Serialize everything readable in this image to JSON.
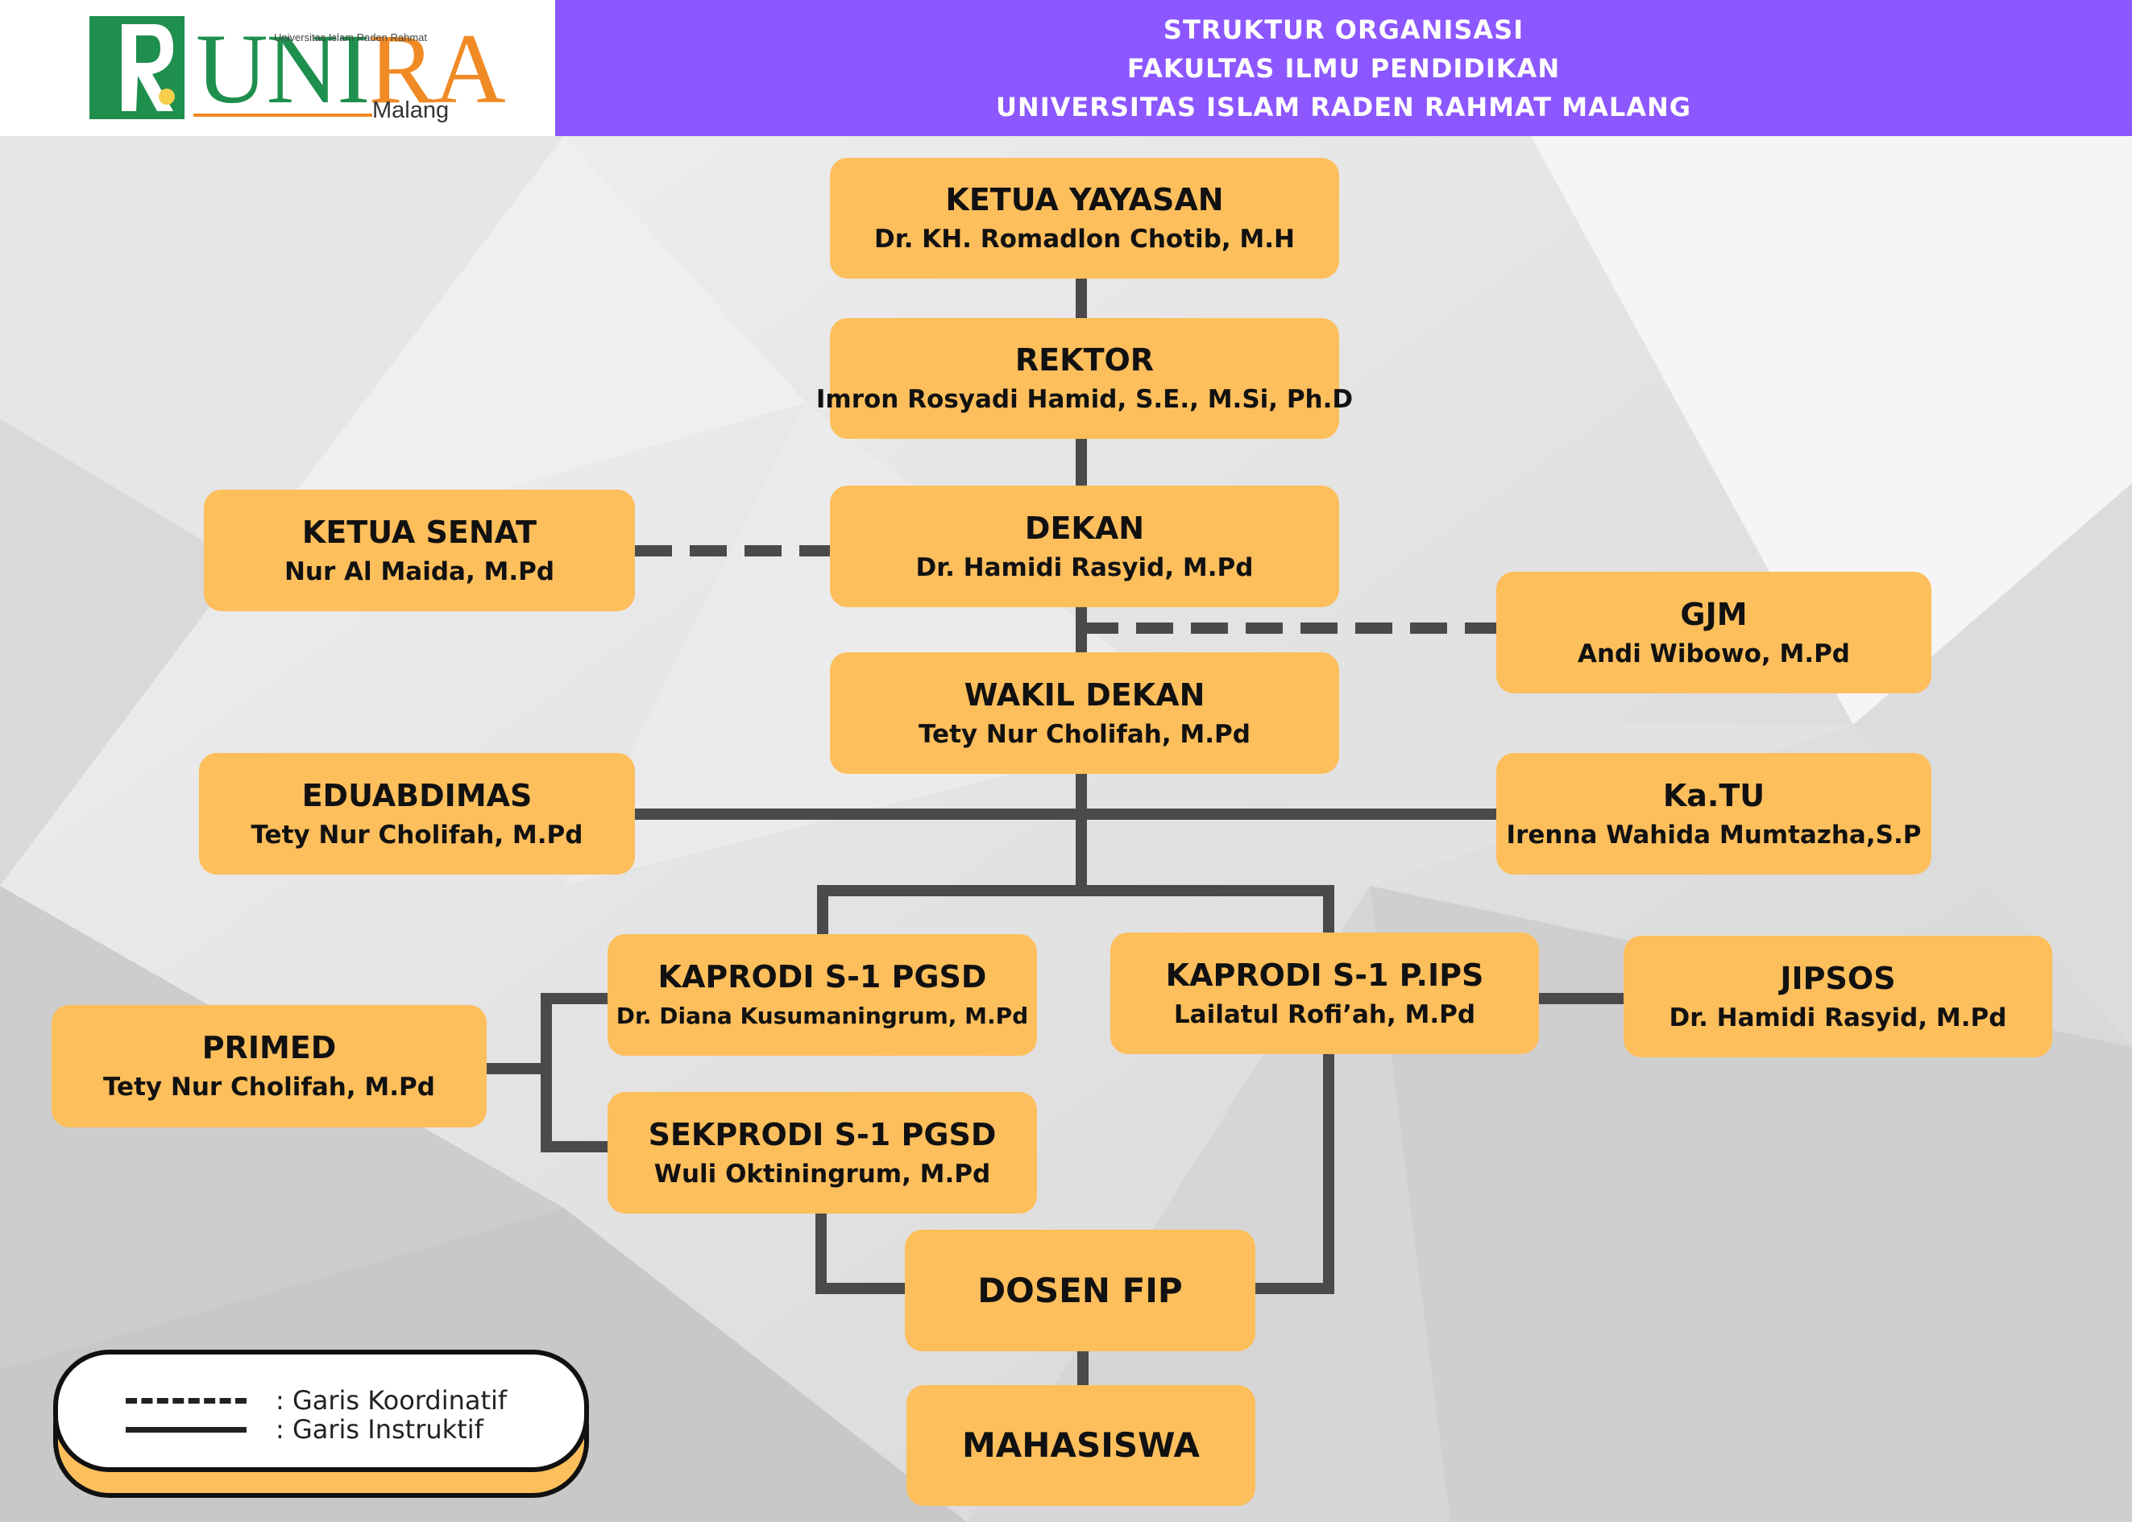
{
  "header": {
    "line1": "STRUKTUR ORGANISASI",
    "line2": "FAKULTAS ILMU PENDIDIKAN",
    "line3": "UNIVERSITAS ISLAM RADEN RAHMAT MALANG"
  },
  "logo": {
    "word_green": "UNI",
    "word_orange": "RA",
    "tagline": "Universitas Islam Raden Rahmat",
    "city": "Malang"
  },
  "nodes": {
    "ketua_yayasan": {
      "title": "KETUA YAYASAN",
      "name": "Dr. KH. Romadlon Chotib, M.H"
    },
    "rektor": {
      "title": "REKTOR",
      "name": "Imron Rosyadi Hamid, S.E., M.Si, Ph.D"
    },
    "dekan": {
      "title": "DEKAN",
      "name": "Dr. Hamidi Rasyid, M.Pd"
    },
    "ketua_senat": {
      "title": "KETUA SENAT",
      "name": "Nur Al Maida, M.Pd"
    },
    "gjm": {
      "title": "GJM",
      "name": "Andi Wibowo, M.Pd"
    },
    "wakil_dekan": {
      "title": "WAKIL DEKAN",
      "name": "Tety Nur Cholifah, M.Pd"
    },
    "eduabdimas": {
      "title": "EDUABDIMAS",
      "name": "Tety Nur Cholifah, M.Pd"
    },
    "katu": {
      "title": "Ka.TU",
      "name": "Irenna Wahida Mumtazha,S.P"
    },
    "kaprodi_pgsd": {
      "title": "KAPRODI S-1 PGSD",
      "name": "Dr. Diana Kusumaningrum, M.Pd"
    },
    "kaprodi_pips": {
      "title": "KAPRODI S-1 P.IPS",
      "name": "Lailatul Rofi’ah, M.Pd"
    },
    "jipsos": {
      "title": "JIPSOS",
      "name": "Dr. Hamidi Rasyid, M.Pd"
    },
    "primed": {
      "title": "PRIMED",
      "name": "Tety Nur Cholifah, M.Pd"
    },
    "sekprodi_pgsd": {
      "title": "SEKPRODI S-1 PGSD",
      "name": "Wuli Oktiningrum, M.Pd"
    },
    "dosen": {
      "title": "DOSEN FIP"
    },
    "mahasiswa": {
      "title": "MAHASISWA"
    }
  },
  "legend": {
    "dashed_label": ": Garis Koordinatif",
    "solid_label": ": Garis Instruktif"
  },
  "colors": {
    "header_band": "#8c57ff",
    "box_fill": "#fdbe5c",
    "line": "#4a4a4a",
    "logo_green": "#1f8f4e",
    "logo_orange": "#f08a24"
  }
}
